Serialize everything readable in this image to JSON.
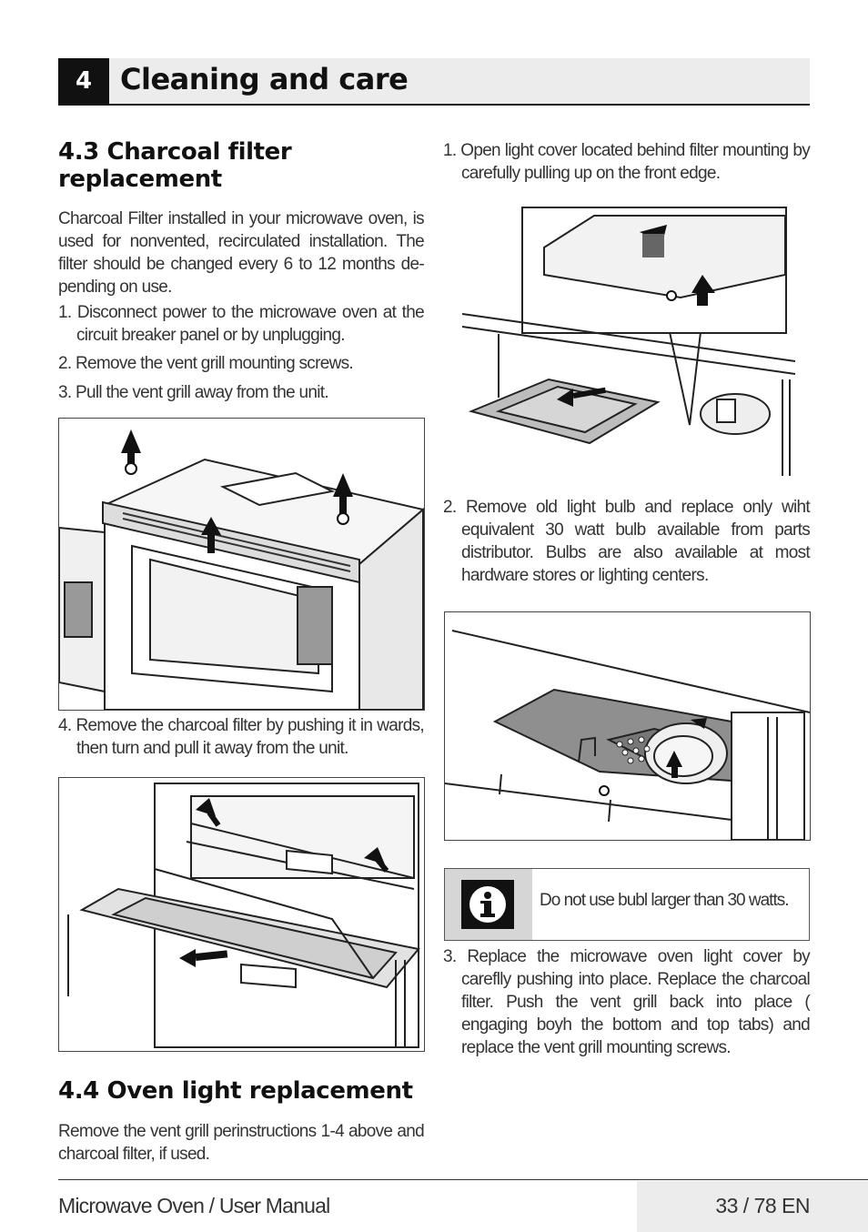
{
  "chapter": {
    "number": "4",
    "title": "Cleaning and care"
  },
  "section_4_3": {
    "heading": "4.3 Charcoal filter replacement",
    "intro": "Charcoal Filter installed in your microwave oven, is used for nonvented, recirculated installation. The filter should be changed every 6 to 12 months de-pending on use.",
    "steps": [
      "1. Disconnect power to the microwave oven at the circuit breaker panel or by unplugging.",
      "2. Remove the vent grill mounting screws.",
      "3. Pull the vent grill away from the unit.",
      "4. Remove the charcoal filter by pushing it in wards, then turn and pull it away from the unit."
    ]
  },
  "section_4_4": {
    "heading": "4.4 Oven light replacement",
    "intro": "Remove the vent grill perinstructions 1-4 above and charcoal filter, if used.",
    "steps": [
      "1. Open light cover located behind filter mounting by carefully pulling up on the front edge.",
      "2. Remove old light bulb and replace only wiht equivalent 30 watt bulb available from parts distributor. Bulbs are also available at most hardware stores or lighting centers.",
      "3. Replace the microwave oven light cover by careflly pushing into place. Replace the charcoal filter. Push the vent grill back into place ( engaging boyh the bottom and top tabs) and replace the vent grill mounting screws."
    ]
  },
  "notice": {
    "icon": "info-icon",
    "text": "Do not use bubl larger than 30 watts."
  },
  "footer": {
    "manual": "Microwave Oven / User Manual",
    "page": "33 / 78  EN"
  }
}
